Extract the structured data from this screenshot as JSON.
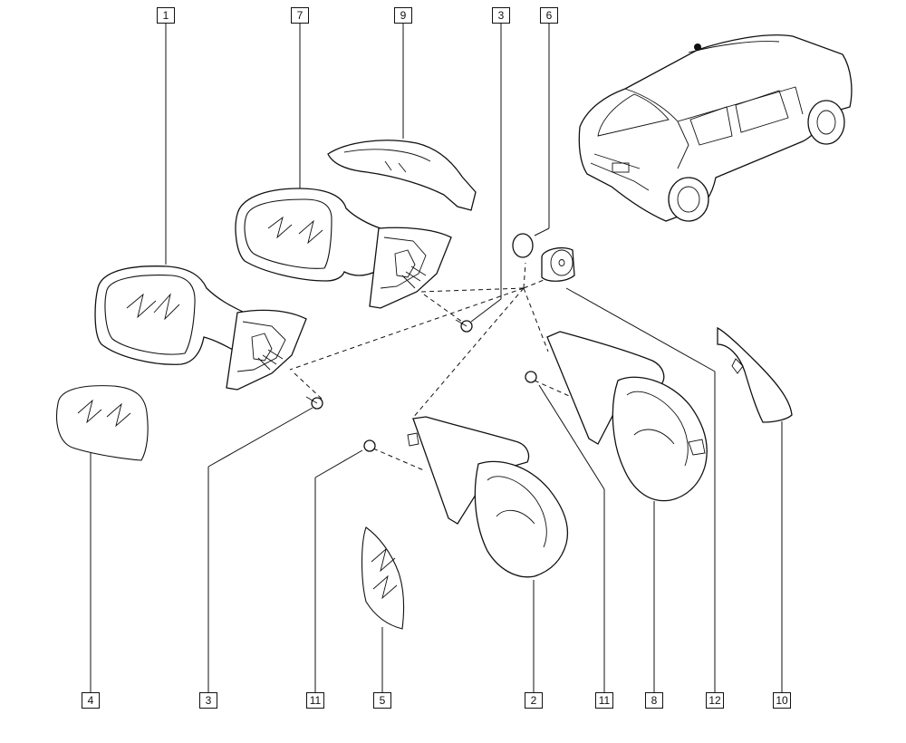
{
  "diagram": {
    "callouts_top": [
      "1",
      "7",
      "9",
      "3",
      "6"
    ],
    "callouts_bottom": [
      "4",
      "3",
      "11",
      "5",
      "2",
      "11",
      "8",
      "12",
      "10"
    ]
  }
}
